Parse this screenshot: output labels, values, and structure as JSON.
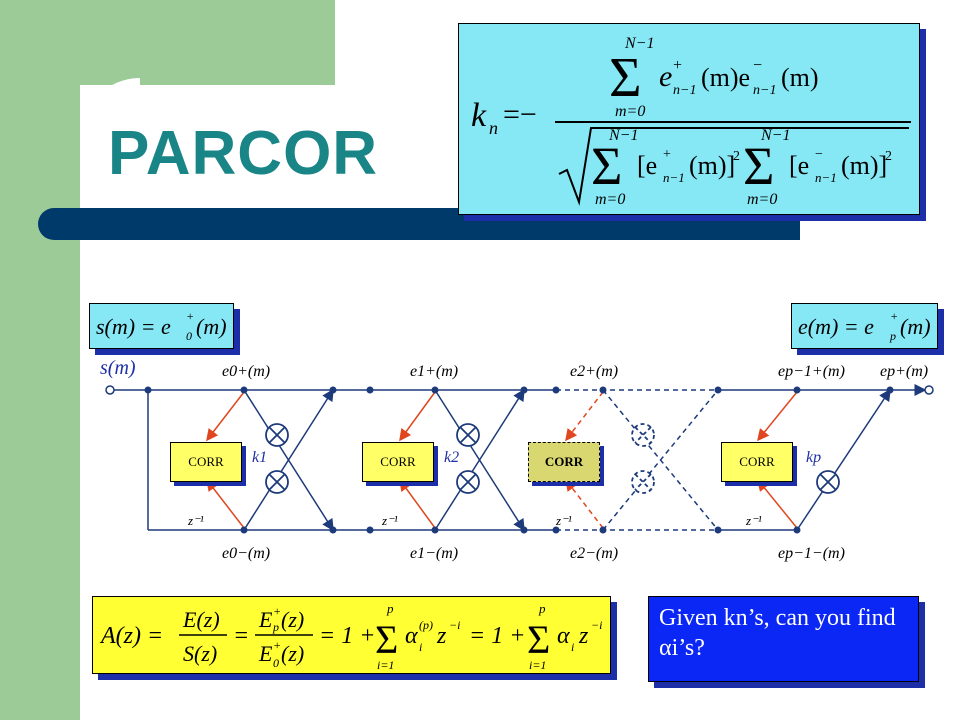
{
  "slide": {
    "title": "PARCOR"
  },
  "diagram": {
    "input_label": "s(m)",
    "corr_label": "CORR",
    "delay_label": "z⁻¹",
    "k_labels": [
      "k1",
      "k2",
      "kp"
    ],
    "top_node_labels": [
      "e0+(m)",
      "e1+(m)",
      "e2+(m)",
      "ep−1+(m)",
      "ep+(m)"
    ],
    "bottom_node_labels": [
      "e0−(m)",
      "e1−(m)",
      "e2−(m)",
      "ep−1−(m)"
    ]
  },
  "question": {
    "text": "Given kn’s, can you find αi’s?"
  },
  "colors": {
    "green": "#9dcb98",
    "navy": "#003a6a",
    "teal": "#1a8586",
    "cyan": "#86e7f5",
    "yellow": "#ffff33",
    "blue": "#0b27f5",
    "line": "#1d3a7a",
    "red": "#e0461f"
  }
}
